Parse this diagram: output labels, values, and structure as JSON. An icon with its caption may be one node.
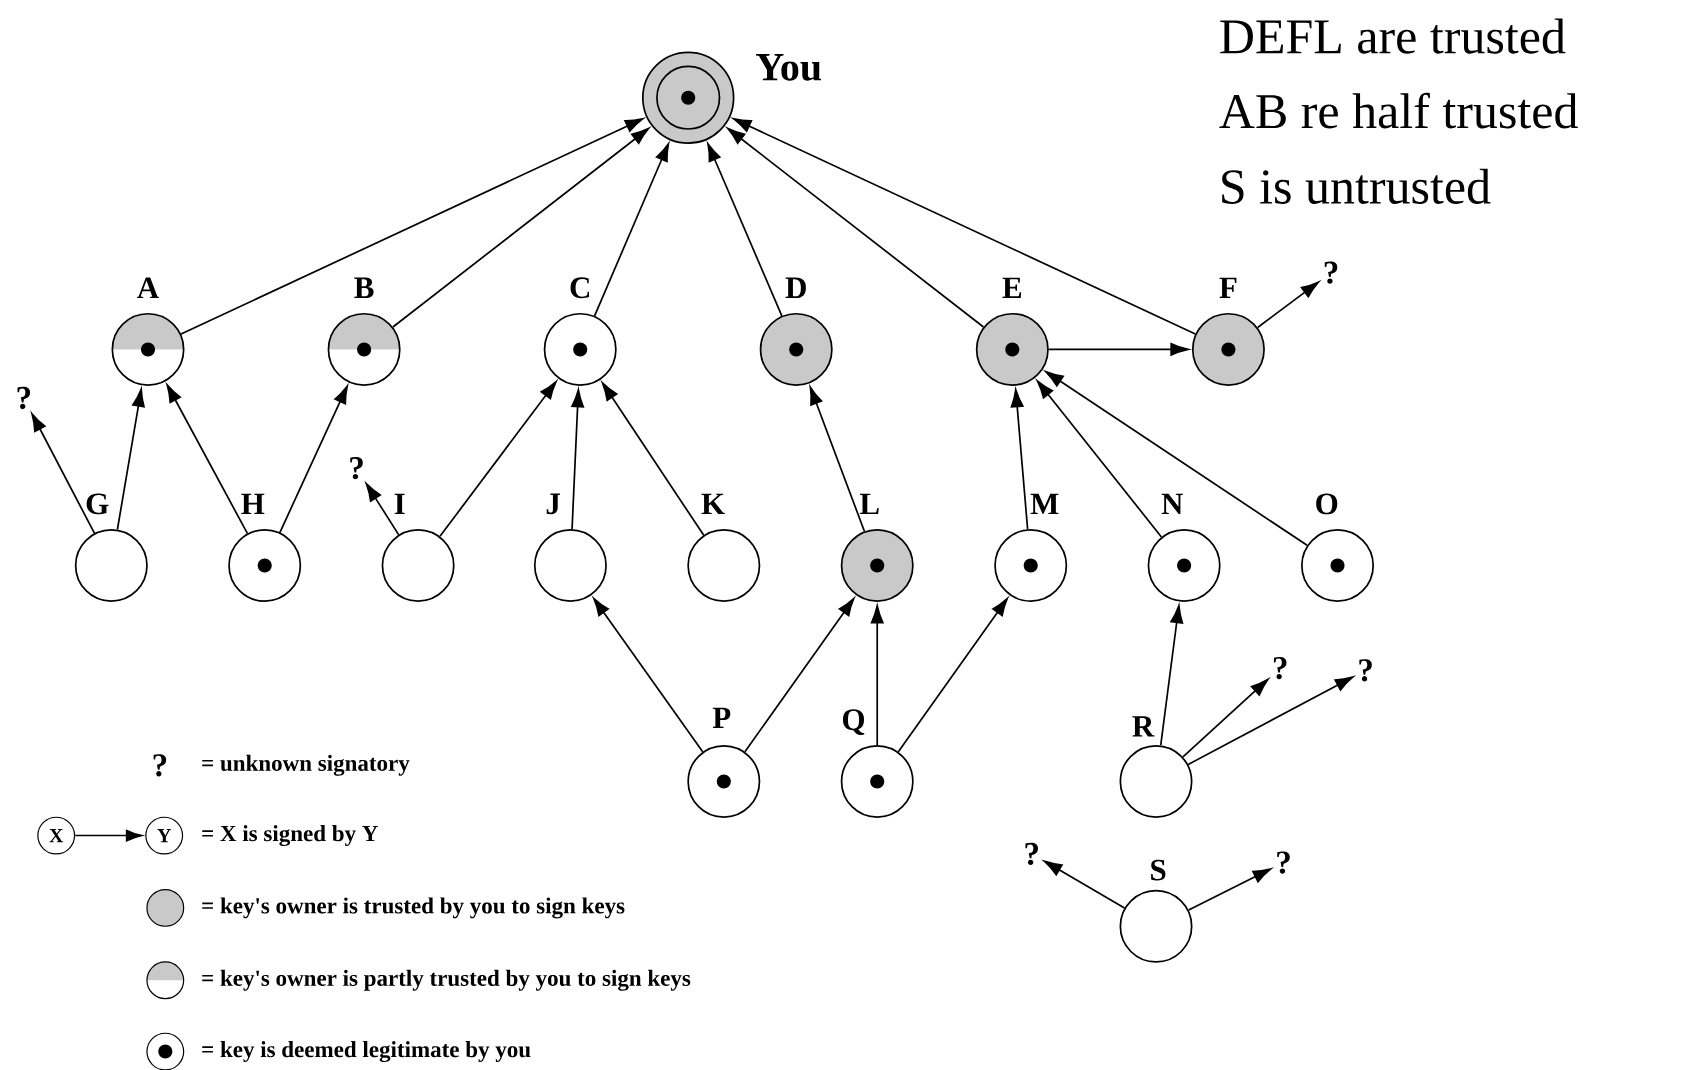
{
  "diagram": {
    "nodes": [
      {
        "text": [
          "You"
        ]
      },
      {
        "text": [
          "A"
        ]
      },
      {
        "text": [
          "B"
        ]
      },
      {
        "text": [
          "C"
        ]
      },
      {
        "text": [
          "D"
        ]
      },
      {
        "text": [
          "E"
        ]
      },
      {
        "text": [
          "F"
        ]
      },
      {
        "text": [
          "?"
        ]
      },
      {
        "text": [
          "?"
        ]
      },
      {
        "text": [
          "G"
        ]
      },
      {
        "text": [
          "H"
        ]
      },
      {
        "text": [
          "?"
        ]
      },
      {
        "text": [
          "I"
        ]
      },
      {
        "text": [
          "J"
        ]
      },
      {
        "text": [
          "K"
        ]
      },
      {
        "text": [
          "L"
        ]
      },
      {
        "text": [
          "M"
        ]
      },
      {
        "text": [
          "N"
        ]
      },
      {
        "text": [
          "O"
        ]
      },
      {
        "text": [
          "P"
        ]
      },
      {
        "text": [
          "Q"
        ]
      },
      {
        "text": [
          "R"
        ]
      },
      {
        "text": [
          "?"
        ]
      },
      {
        "text": [
          "?"
        ]
      },
      {
        "text": [
          "S"
        ]
      },
      {
        "text": [
          "?"
        ]
      },
      {
        "text": [
          "?"
        ]
      }
    ],
    "edges": [
      {
        "from": 1,
        "to": 0,
        "arrow": "to"
      },
      {
        "from": 2,
        "to": 0,
        "arrow": "to"
      },
      {
        "from": 3,
        "to": 0,
        "arrow": "to"
      },
      {
        "from": 4,
        "to": 0,
        "arrow": "to"
      },
      {
        "from": 5,
        "to": 0,
        "arrow": "to"
      },
      {
        "from": 6,
        "to": 0,
        "arrow": "to"
      },
      {
        "from": 6,
        "to": 7,
        "arrow": "to"
      },
      {
        "from": 5,
        "to": 6,
        "arrow": "to"
      },
      {
        "from": 9,
        "to": 8,
        "arrow": "to"
      },
      {
        "from": 9,
        "to": 1,
        "arrow": "to"
      },
      {
        "from": 10,
        "to": 1,
        "arrow": "to"
      },
      {
        "from": 10,
        "to": 2,
        "arrow": "to"
      },
      {
        "from": 12,
        "to": 11,
        "arrow": "to"
      },
      {
        "from": 12,
        "to": 3,
        "arrow": "to"
      },
      {
        "from": 13,
        "to": 3,
        "arrow": "to"
      },
      {
        "from": 14,
        "to": 3,
        "arrow": "to"
      },
      {
        "from": 15,
        "to": 4,
        "arrow": "to"
      },
      {
        "from": 16,
        "to": 5,
        "arrow": "to"
      },
      {
        "from": 17,
        "to": 5,
        "arrow": "to"
      },
      {
        "from": 18,
        "to": 5,
        "arrow": "to"
      },
      {
        "from": 19,
        "to": 13,
        "arrow": "to"
      },
      {
        "from": 19,
        "to": 15,
        "arrow": "to"
      },
      {
        "from": 20,
        "to": 15,
        "arrow": "to"
      },
      {
        "from": 20,
        "to": 16,
        "arrow": "to"
      },
      {
        "from": 21,
        "to": 17,
        "arrow": "to"
      },
      {
        "from": 21,
        "to": 22,
        "arrow": "to"
      },
      {
        "from": 21,
        "to": 23,
        "arrow": "to"
      },
      {
        "from": 24,
        "to": 25,
        "arrow": "to"
      },
      {
        "from": 24,
        "to": 26,
        "arrow": "to"
      }
    ],
    "labels": [
      "DEFL are trusted",
      "AB re half trusted",
      "S is untrusted",
      "?",
      "X",
      "Y"
    ],
    "legend": [
      {
        "text": "= unknown signatory"
      },
      {
        "text": "= X is signed by Y"
      },
      {
        "text": "= key's owner is trusted by you to sign keys"
      },
      {
        "text": "= key's owner is partly trusted by you to sign keys"
      },
      {
        "text": "= key is deemed legitimate by you"
      }
    ]
  }
}
